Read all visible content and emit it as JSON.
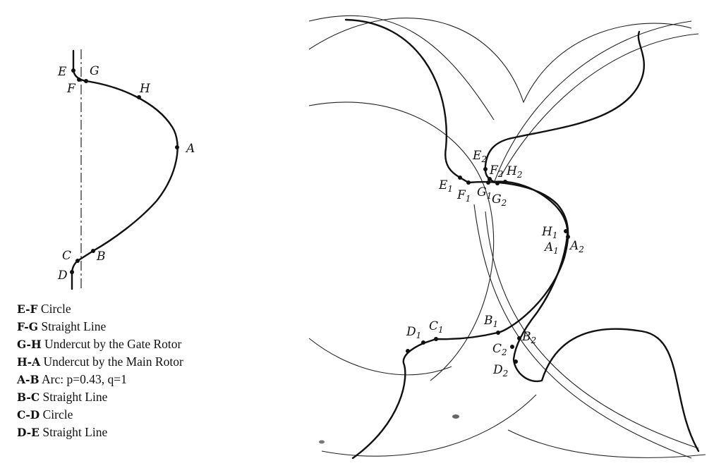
{
  "left_profile": {
    "points": [
      {
        "id": "E",
        "text": "E"
      },
      {
        "id": "G",
        "text": "G"
      },
      {
        "id": "F",
        "text": "F"
      },
      {
        "id": "H",
        "text": "H"
      },
      {
        "id": "A",
        "text": "A"
      },
      {
        "id": "C",
        "text": "C"
      },
      {
        "id": "B",
        "text": "B"
      },
      {
        "id": "D",
        "text": "D"
      }
    ]
  },
  "legend": [
    {
      "key": "E-F",
      "desc": "Circle"
    },
    {
      "key": "F-G",
      "desc": "Straight Line"
    },
    {
      "key": "G-H",
      "desc": "Undercut by the Gate Rotor"
    },
    {
      "key": "H-A",
      "desc": "Undercut by the Main Rotor"
    },
    {
      "key": "A-B",
      "desc": "Arc: p=0.43, q=1"
    },
    {
      "key": "B-C",
      "desc": "Straight Line"
    },
    {
      "key": "C-D",
      "desc": "Circle"
    },
    {
      "key": "D-E",
      "desc": "Straight Line"
    }
  ],
  "right_meshing": {
    "labels": [
      {
        "id": "E2",
        "base": "E",
        "sub": "2"
      },
      {
        "id": "F2",
        "base": "F",
        "sub": "2"
      },
      {
        "id": "H2",
        "base": "H",
        "sub": "2"
      },
      {
        "id": "E1",
        "base": "E",
        "sub": "1"
      },
      {
        "id": "F1",
        "base": "F",
        "sub": "1"
      },
      {
        "id": "G1",
        "base": "G",
        "sub": "1"
      },
      {
        "id": "G2",
        "base": "G",
        "sub": "2"
      },
      {
        "id": "H1",
        "base": "H",
        "sub": "1"
      },
      {
        "id": "A1",
        "base": "A",
        "sub": "1"
      },
      {
        "id": "A2",
        "base": "A",
        "sub": "2"
      },
      {
        "id": "D1",
        "base": "D",
        "sub": "1"
      },
      {
        "id": "C1",
        "base": "C",
        "sub": "1"
      },
      {
        "id": "B1",
        "base": "B",
        "sub": "1"
      },
      {
        "id": "B2",
        "base": "B",
        "sub": "2"
      },
      {
        "id": "C2",
        "base": "C",
        "sub": "2"
      },
      {
        "id": "D2",
        "base": "D",
        "sub": "2"
      }
    ]
  }
}
